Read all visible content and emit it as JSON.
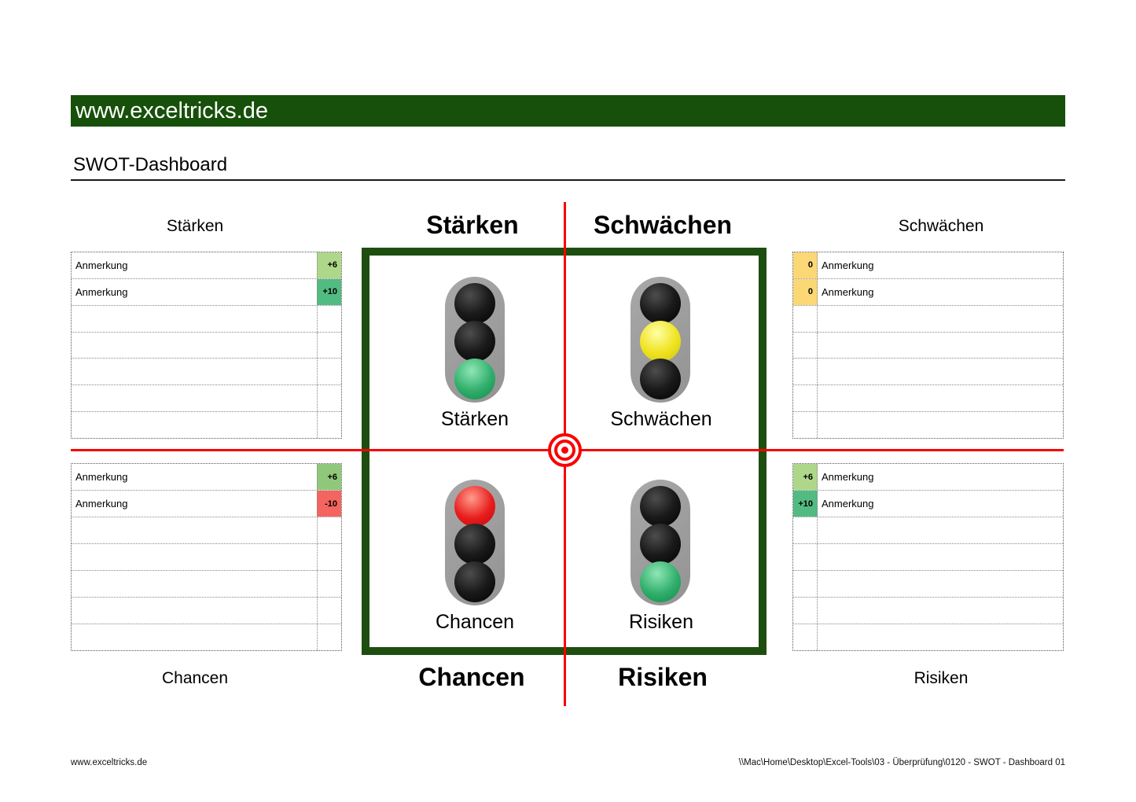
{
  "banner": {
    "text": "www.exceltricks.de",
    "bg_color": "#17500a",
    "text_color": "#ffffff"
  },
  "page_title": "SWOT-Dashboard",
  "quadrants": {
    "strengths": {
      "outer_title": "Stärken",
      "header": "Stärken",
      "light_label": "Stärken",
      "lights": [
        "off",
        "off",
        "green"
      ]
    },
    "weaknesses": {
      "outer_title": "Schwächen",
      "header": "Schwächen",
      "light_label": "Schwächen",
      "lights": [
        "off",
        "yellow",
        "off"
      ]
    },
    "opportunities": {
      "outer_title": "Chancen",
      "header": "Chancen",
      "light_label": "Chancen",
      "lights": [
        "red",
        "off",
        "off"
      ]
    },
    "risks": {
      "outer_title": "Risiken",
      "header": "Risiken",
      "light_label": "Risiken",
      "lights": [
        "off",
        "off",
        "green"
      ]
    }
  },
  "tables": {
    "strengths": {
      "rows": [
        {
          "text": "Anmerkung",
          "value": "+6",
          "color": "#afd78a"
        },
        {
          "text": "Anmerkung",
          "value": "+10",
          "color": "#52bb82"
        },
        {},
        {},
        {},
        {},
        {}
      ]
    },
    "weaknesses": {
      "rows": [
        {
          "text": "Anmerkung",
          "value": "0",
          "color": "#fbd875"
        },
        {
          "text": "Anmerkung",
          "value": "0",
          "color": "#fbd875"
        },
        {},
        {},
        {},
        {},
        {}
      ]
    },
    "opportunities": {
      "rows": [
        {
          "text": "Anmerkung",
          "value": "+6",
          "color": "#90c87b"
        },
        {
          "text": "Anmerkung",
          "value": "-10",
          "color": "#f4655f"
        },
        {},
        {},
        {},
        {},
        {}
      ]
    },
    "risks": {
      "rows": [
        {
          "text": "Anmerkung",
          "value": "+6",
          "color": "#afd78a"
        },
        {
          "text": "Anmerkung",
          "value": "+10",
          "color": "#52bb82"
        },
        {},
        {},
        {},
        {},
        {}
      ]
    }
  },
  "colors": {
    "crosshair": "#fa0000",
    "matrix_border": "#1d4e0f",
    "traffic_body": "#9c9c9c",
    "light_green": "#2fae6a",
    "light_yellow": "#efe21e",
    "light_red": "#e81c1c",
    "light_off": "#111111"
  },
  "footer": {
    "left": "www.exceltricks.de",
    "right": "\\\\Mac\\Home\\Desktop\\Excel-Tools\\03 - Überprüfung\\0120 - SWOT - Dashboard 01"
  }
}
